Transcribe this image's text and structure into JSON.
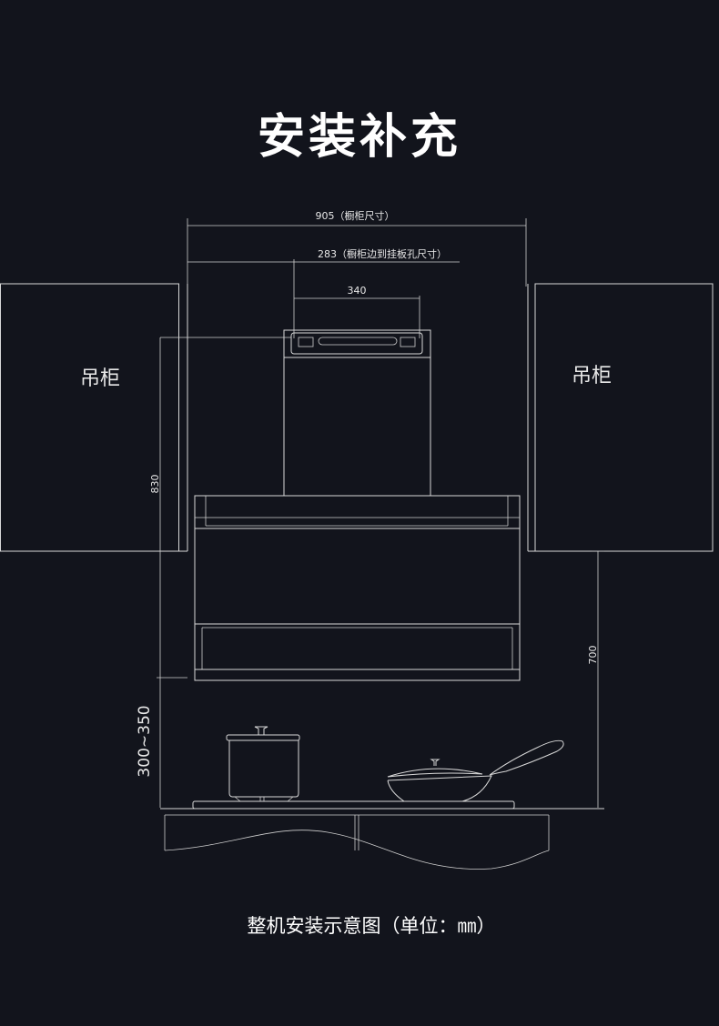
{
  "title": "安装补充",
  "dimensions": {
    "width_total": "905（橱柜尺寸）",
    "hole_offset": "283（橱柜边到挂板孔尺寸）",
    "hole_spacing": "340",
    "height_830": "830",
    "height_cooktop": "300~350",
    "height_700": "700"
  },
  "cabinet_left": "吊柜",
  "cabinet_right": "吊柜",
  "caption": "整机安装示意图（单位：㎜）"
}
